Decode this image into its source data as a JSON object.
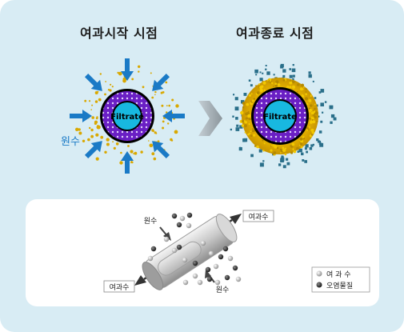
{
  "titles": {
    "start": "여과시작 시점",
    "end": "여과종료 시점"
  },
  "core_label": "Filtrate",
  "raw_water_label": "원수",
  "bottom": {
    "raw_water_top": "원수",
    "raw_water_bottom": "원수",
    "filtrate_top": "여과수",
    "filtrate_bottom": "여과수"
  },
  "legend": {
    "filtrate": "여 과 수",
    "contaminant": "오염물질"
  },
  "colors": {
    "background": "#d8ecf4",
    "arrow_blue": "#1a7ac6",
    "ring_purple": "#6a1fc4",
    "core_cyan": "#18b8e0",
    "cake_gold": "#d9a800",
    "particle_teal": "#2a6f8a"
  }
}
